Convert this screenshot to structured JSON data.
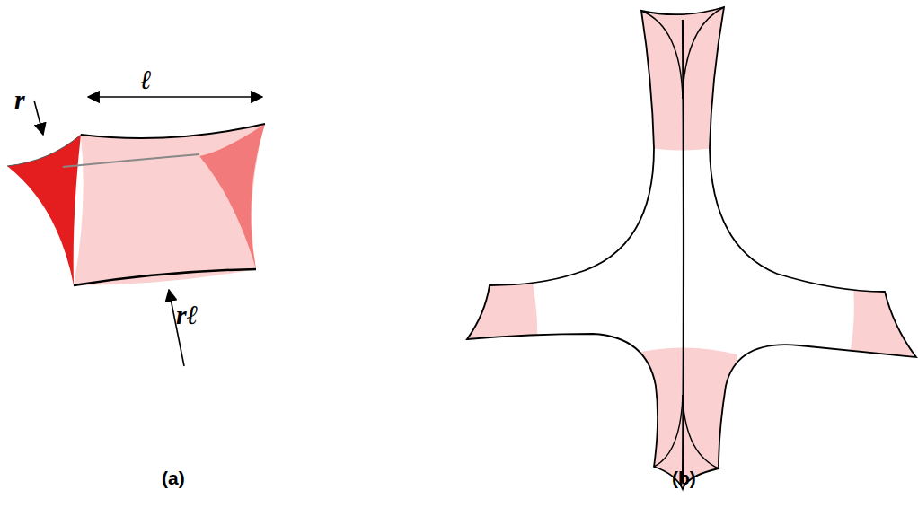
{
  "diagram": {
    "labels": [
      "r",
      "ℓ",
      "rℓ",
      "(a)",
      "(b)"
    ]
  }
}
